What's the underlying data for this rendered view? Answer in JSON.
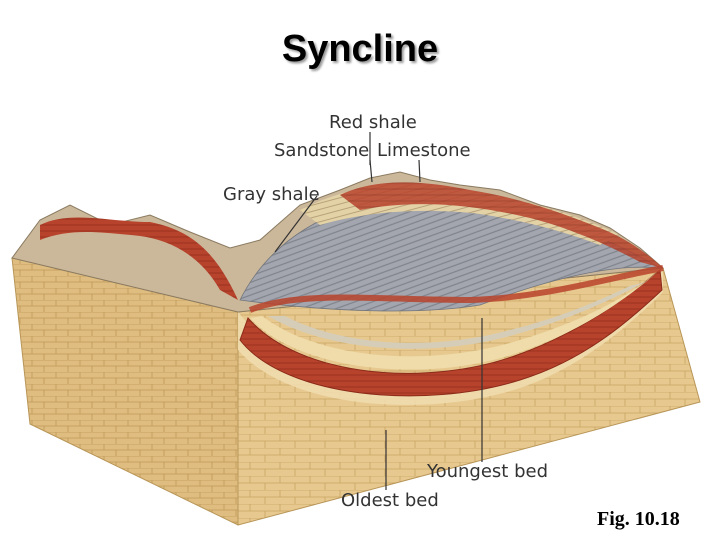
{
  "title": "Syncline",
  "labels": {
    "red_shale": "Red shale",
    "sandstone": "Sandstone",
    "limestone": "Limestone",
    "gray_shale": "Gray shale",
    "youngest_bed": "Youngest bed",
    "oldest_bed": "Oldest bed"
  },
  "figure_ref": "Fig. 10.18",
  "colors": {
    "tan_block": "#e6c78c",
    "red_shale": "#b8432c",
    "gray_shale": "#9b9fa8",
    "sandstone": "#e8d6a8",
    "limestone": "#d9c9a0"
  }
}
